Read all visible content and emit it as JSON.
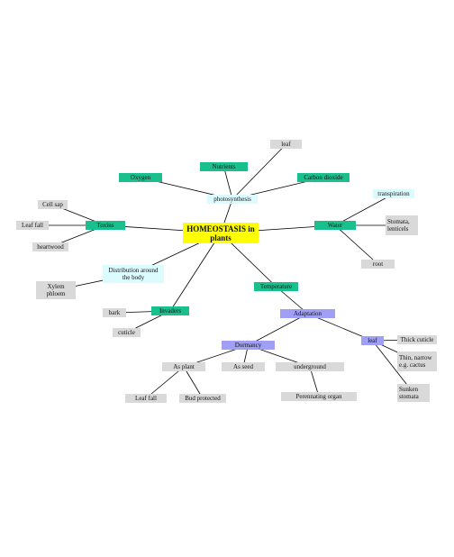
{
  "diagram": {
    "colors": {
      "central": "#ffff00",
      "teal": "#19c08e",
      "gray": "#d9d9d9",
      "cyan": "#dcfbff",
      "violet": "#9f9ff5",
      "line": "#000000"
    },
    "nodes": {
      "homeostasis": "HOMEOSTASIS in plants",
      "leaf_top": "leaf",
      "nutrients": "Nutrients",
      "oxygen": "Oxygen",
      "carbon_dioxide": "Carbon dioxide",
      "photosynthesis": "photosynthesis",
      "transpiration": "transpiration",
      "cell_sap": "Cell sap",
      "toxins": "Toxins",
      "leaf_fall_left": "Leaf fall",
      "heartwood": "heartwood",
      "water": "Water",
      "stomata_lenticels": "Stomata, lenticels",
      "root": "root",
      "distribution": "Distribution around the body",
      "xylem_phloem": "Xylem phloem",
      "temperature": "Temperature",
      "bark": "bark",
      "invaders": "Invaders",
      "cuticle": "cuticle",
      "adaptation": "Adaptation",
      "dormancy": "Dormancy",
      "leaf_right": "leaf",
      "thick_cuticle": "Thick cuticle",
      "thin_narrow": "Thin, narrow e.g. cactus",
      "as_plant": "As plant",
      "as_seed": "As seed",
      "underground": "underground",
      "leaf_fall_bottom": "Leaf fall",
      "bud_protected": "Bud protected",
      "perennating_organ": "Perennating organ",
      "sunken_stomata": "Sunken stomata"
    },
    "edges": [
      [
        "homeostasis",
        "toxins"
      ],
      [
        "homeostasis",
        "photosynthesis"
      ],
      [
        "homeostasis",
        "water"
      ],
      [
        "homeostasis",
        "distribution"
      ],
      [
        "homeostasis",
        "invaders"
      ],
      [
        "homeostasis",
        "temperature"
      ],
      [
        "photosynthesis",
        "oxygen"
      ],
      [
        "photosynthesis",
        "nutrients"
      ],
      [
        "photosynthesis",
        "carbon_dioxide"
      ],
      [
        "photosynthesis",
        "leaf_top"
      ],
      [
        "toxins",
        "cell_sap"
      ],
      [
        "toxins",
        "leaf_fall_left"
      ],
      [
        "toxins",
        "heartwood"
      ],
      [
        "water",
        "transpiration"
      ],
      [
        "water",
        "stomata_lenticels"
      ],
      [
        "water",
        "root"
      ],
      [
        "distribution",
        "xylem_phloem"
      ],
      [
        "invaders",
        "bark"
      ],
      [
        "invaders",
        "cuticle"
      ],
      [
        "temperature",
        "adaptation"
      ],
      [
        "adaptation",
        "dormancy"
      ],
      [
        "adaptation",
        "leaf_right"
      ],
      [
        "leaf_right",
        "thick_cuticle"
      ],
      [
        "leaf_right",
        "thin_narrow"
      ],
      [
        "leaf_right",
        "sunken_stomata"
      ],
      [
        "dormancy",
        "as_plant"
      ],
      [
        "dormancy",
        "as_seed"
      ],
      [
        "dormancy",
        "underground"
      ],
      [
        "as_plant",
        "leaf_fall_bottom"
      ],
      [
        "as_plant",
        "bud_protected"
      ],
      [
        "underground",
        "perennating_organ"
      ]
    ]
  }
}
